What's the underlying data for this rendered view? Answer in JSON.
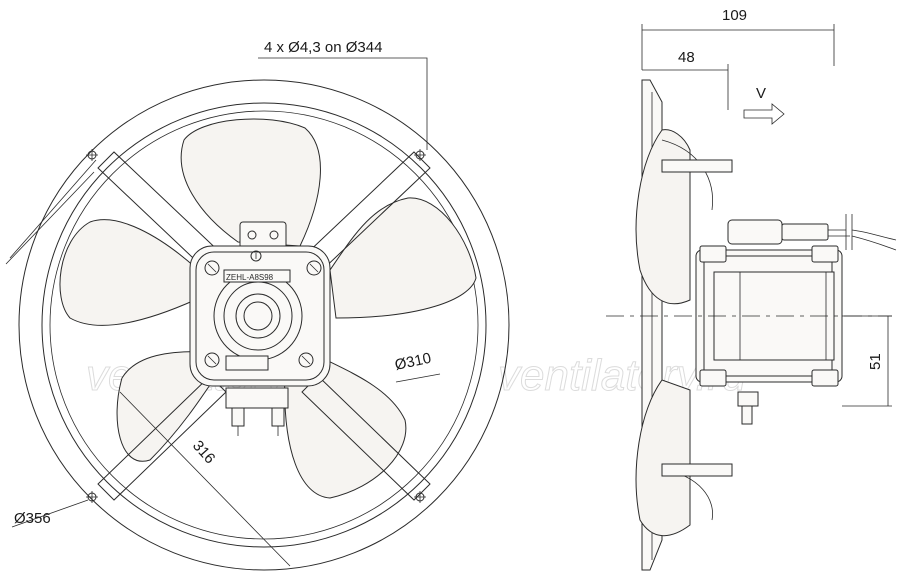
{
  "dimensions": {
    "mount_holes": "4 x Ø4,3 on Ø344",
    "outer_diameter": "Ø356",
    "inner_diameter": "Ø310",
    "diagonal": "316",
    "overall_depth": "109",
    "flange_depth": "48",
    "shaft_offset": "51"
  },
  "airflow": {
    "label": "V"
  },
  "motor_label": "ZEHL-A8S98",
  "watermarks": [
    "ventilatory.ru",
    "ventilatory.ru"
  ]
}
